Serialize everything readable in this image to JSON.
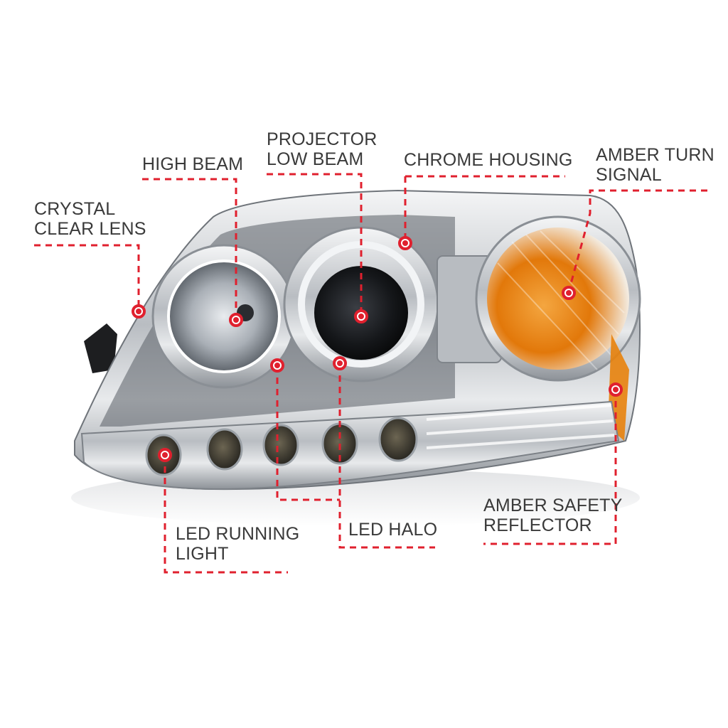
{
  "colors": {
    "callout": "#e0202e",
    "text": "#3a3a3a",
    "amber": "#e8820c",
    "chrome": "#c9ccd0"
  },
  "callouts": {
    "crystal_clear_lens": {
      "line1": "CRYSTAL",
      "line2": "CLEAR LENS"
    },
    "high_beam": {
      "line1": "HIGH BEAM"
    },
    "projector_low_beam": {
      "line1": "PROJECTOR",
      "line2": "LOW BEAM"
    },
    "chrome_housing": {
      "line1": "CHROME HOUSING"
    },
    "amber_turn_signal": {
      "line1": "AMBER TURN",
      "line2": "SIGNAL"
    },
    "led_running_light": {
      "line1": "LED RUNNING",
      "line2": "LIGHT"
    },
    "led_halo": {
      "line1": "LED HALO"
    },
    "amber_safety_reflector": {
      "line1": "AMBER SAFETY",
      "line2": "REFLECTOR"
    }
  },
  "product_image": {
    "icon": "headlight-assembly-illustration"
  }
}
